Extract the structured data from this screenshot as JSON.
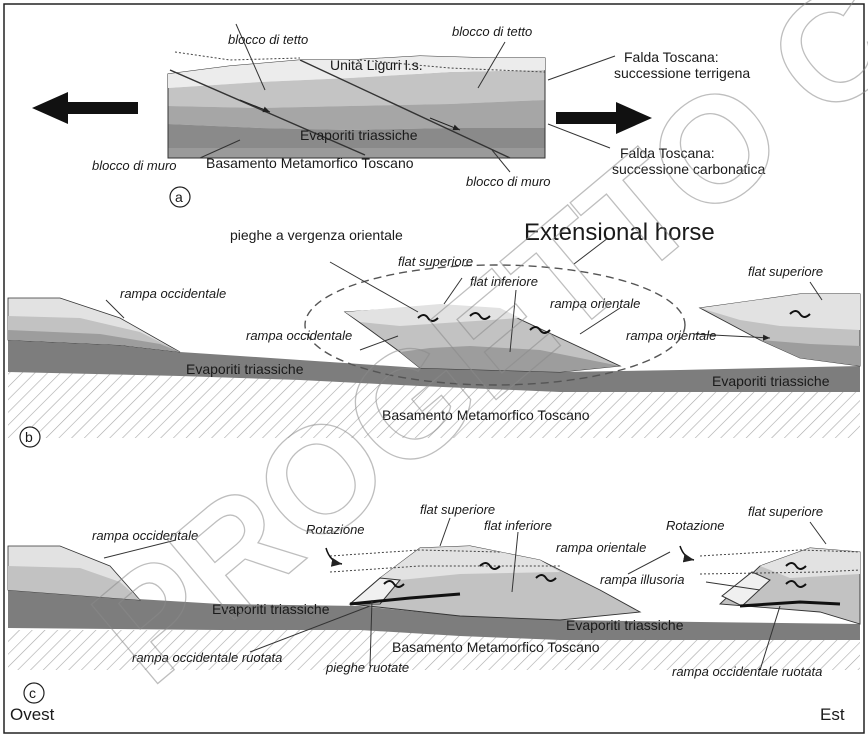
{
  "panel_a": {
    "tag": "a",
    "labels": {
      "blocco_tetto_1": "blocco di tetto",
      "blocco_tetto_2": "blocco di tetto",
      "unita_liguri": "Unità Liguri l.s.",
      "falda_terr_1": "Falda Toscana:",
      "falda_terr_2": "successione terrigena",
      "evaporiti": "Evaporiti triassiche",
      "blocco_muro_1": "blocco di muro",
      "basamento": "Basamento Metamorfico Toscano",
      "falda_carb_1": "Falda Toscana:",
      "falda_carb_2": "successione carbonatica",
      "blocco_muro_2": "blocco di muro"
    }
  },
  "panel_b": {
    "tag": "b",
    "labels": {
      "title": "Extensional horse",
      "pieghe": "pieghe a vergenza orientale",
      "flat_sup_1": "flat superiore",
      "flat_inf": "flat inferiore",
      "flat_sup_2": "flat superiore",
      "rampa_occ_1": "rampa occidentale",
      "rampa_occ_2": "rampa occidentale",
      "rampa_or_1": "rampa orientale",
      "rampa_or_2": "rampa orientale",
      "evaporiti_1": "Evaporiti triassiche",
      "evaporiti_2": "Evaporiti triassiche",
      "basamento": "Basamento Metamorfico Toscano"
    }
  },
  "panel_c": {
    "tag": "c",
    "labels": {
      "flat_sup_1": "flat superiore",
      "flat_sup_2": "flat superiore",
      "rampa_occ": "rampa occidentale",
      "rotazione_1": "Rotazione",
      "rotazione_2": "Rotazione",
      "flat_inf": "flat inferiore",
      "rampa_or": "rampa orientale",
      "rampa_ill": "rampa illusoria",
      "evaporiti_1": "Evaporiti triassiche",
      "evaporiti_2": "Evaporiti triassiche",
      "basamento": "Basamento Metamorfico Toscano",
      "rampa_occ_ruot_1": "rampa occidentale ruotata",
      "rampa_occ_ruot_2": "rampa occidentale ruotata",
      "pieghe_ruot": "pieghe ruotate"
    }
  },
  "compass": {
    "west": "Ovest",
    "east": "Est"
  },
  "watermark": "PROGETTO CARG",
  "colors": {
    "light": "#e2e2e2",
    "mid": "#c2c2c2",
    "dark": "#9d9d9d",
    "evap": "#7d7d7d",
    "hatch": "#9a9a9a"
  }
}
